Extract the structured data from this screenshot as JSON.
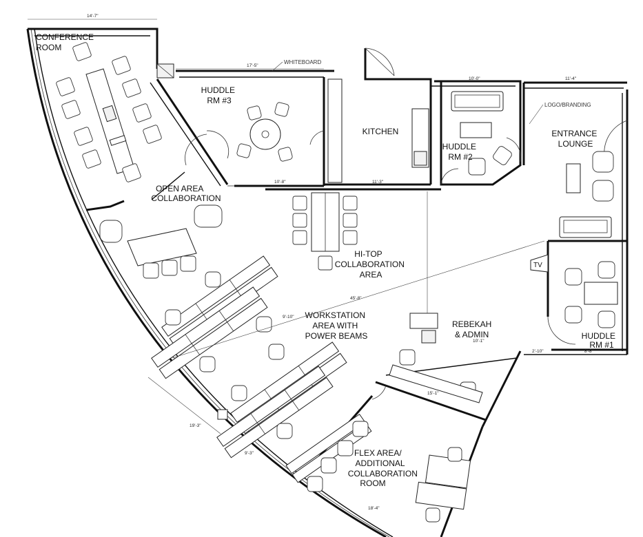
{
  "rooms": {
    "conference": [
      "CONFERENCE",
      "ROOM"
    ],
    "huddle3": [
      "HUDDLE",
      "RM #3"
    ],
    "kitchen": [
      "KITCHEN"
    ],
    "huddle2": [
      "HUDDLE",
      "RM #2"
    ],
    "entrance": [
      "ENTRANCE",
      "LOUNGE"
    ],
    "open_area": [
      "OPEN AREA",
      "COLLABORATION"
    ],
    "hitop": [
      "HI-TOP",
      "COLLABORATION",
      "AREA"
    ],
    "workstation": [
      "WORKSTATION",
      "AREA WITH",
      "POWER BEAMS"
    ],
    "rebekah": [
      "REBEKAH",
      "& ADMIN"
    ],
    "huddle1": [
      "HUDDLE",
      "RM #1"
    ],
    "flex": [
      "FLEX AREA/",
      "ADDITIONAL",
      "COLLABORATION",
      "ROOM"
    ]
  },
  "notes": {
    "whiteboard": "WHITEBOARD",
    "logo": "LOGO/BRANDING",
    "tv": "TV"
  },
  "dimensions": {
    "d_top": "14'-7\"",
    "d_huddle3": "17'-5\"",
    "d_huddle2": "10'-0\"",
    "d_entrance": "11'-4\"",
    "d_kitchen": "11'-3\"",
    "d_h3_bottom": "10'-8\"",
    "d_admin": "10'-1\"",
    "d_h1_a": "2'-10\"",
    "d_h1_b": "8'-8\"",
    "d_flex": "15'-1\"",
    "d_flex_b": "18'-4\"",
    "d_ws": "45'-8\"",
    "d_ws2": "9'-10\"",
    "d_ws3": "19'-3\"",
    "d_ws4": "9'-3\""
  }
}
